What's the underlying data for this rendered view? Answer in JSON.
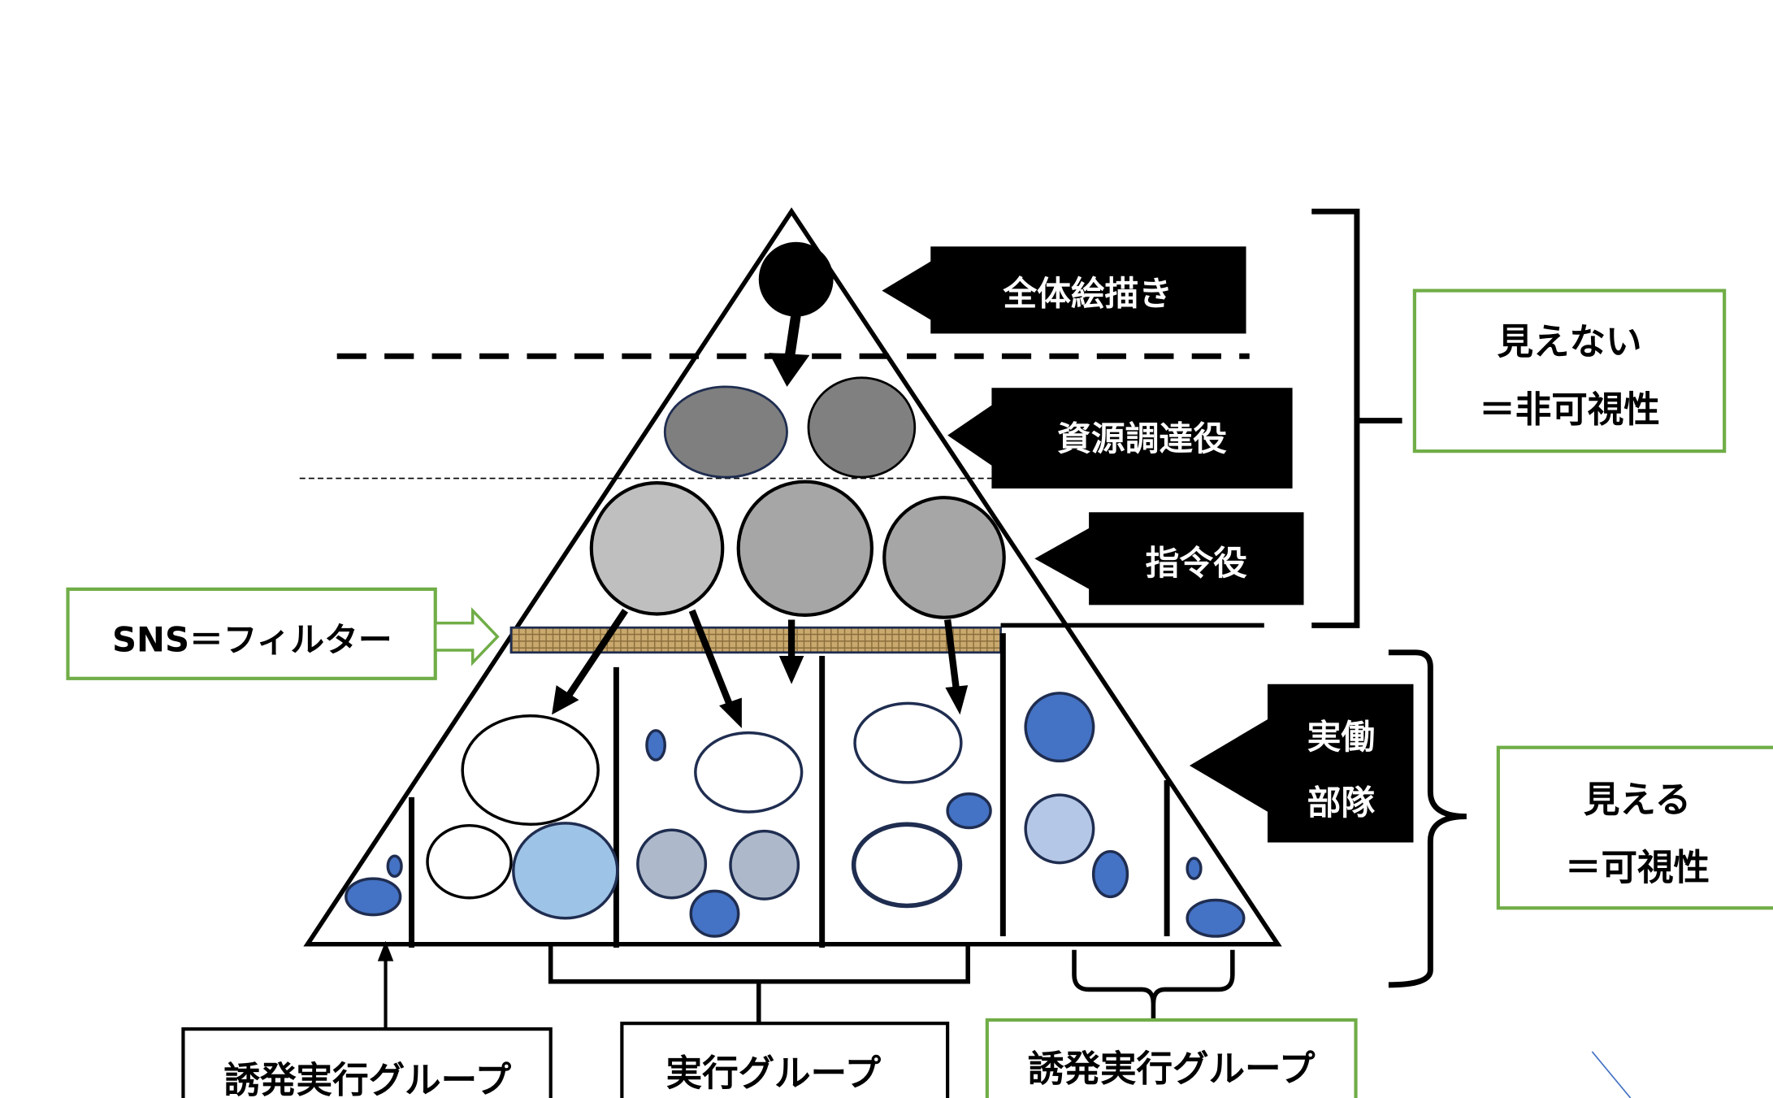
{
  "labels": {
    "overall_planner": "全体絵描き",
    "resource_procurement": "資源調達役",
    "commander": "指令役",
    "operatives_line1": "実働",
    "operatives_line2": "部隊",
    "invisible_line1": "見えない",
    "invisible_line2": "＝非可視性",
    "visible_line1": "見える",
    "visible_line2": "＝可視性",
    "sns_filter": "SNS＝フィルター",
    "induced_group_left": "誘発実行グループ",
    "execution_group": "実行グループ",
    "induced_group_right": "誘発実行グループ"
  },
  "colors": {
    "green_border": "#70ad47",
    "blue": "#4472c4",
    "light_blue": "#9dc3e6",
    "filter": "#c9a96e"
  }
}
